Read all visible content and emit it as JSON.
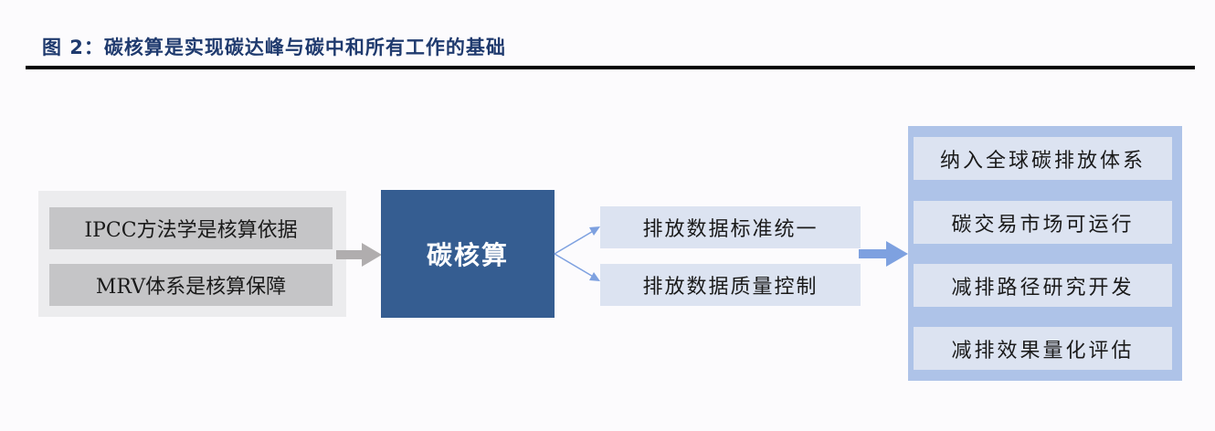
{
  "figure": {
    "title": "图 2：碳核算是实现碳达峰与碳中和所有工作的基础"
  },
  "inputs": [
    {
      "label": "IPCC方法学是核算依据"
    },
    {
      "label": "MRV体系是核算保障"
    }
  ],
  "core": {
    "label": "碳核算"
  },
  "outcomes": [
    {
      "label": "排放数据标准统一"
    },
    {
      "label": "排放数据质量控制"
    }
  ],
  "applications": [
    {
      "label": "纳入全球碳排放体系"
    },
    {
      "label": "碳交易市场可运行"
    },
    {
      "label": "减排路径研究开发"
    },
    {
      "label": "减排效果量化评估"
    }
  ],
  "colors": {
    "title": "#1f3a6e",
    "core_fill": "#355d91",
    "input_panel": "#ececee",
    "input_item": "#c5c5c7",
    "gray_arrow": "#b0adae",
    "light_blue_item": "#dce3f1",
    "right_panel": "#aec3e8",
    "blue_arrow": "#7ea1e0"
  }
}
